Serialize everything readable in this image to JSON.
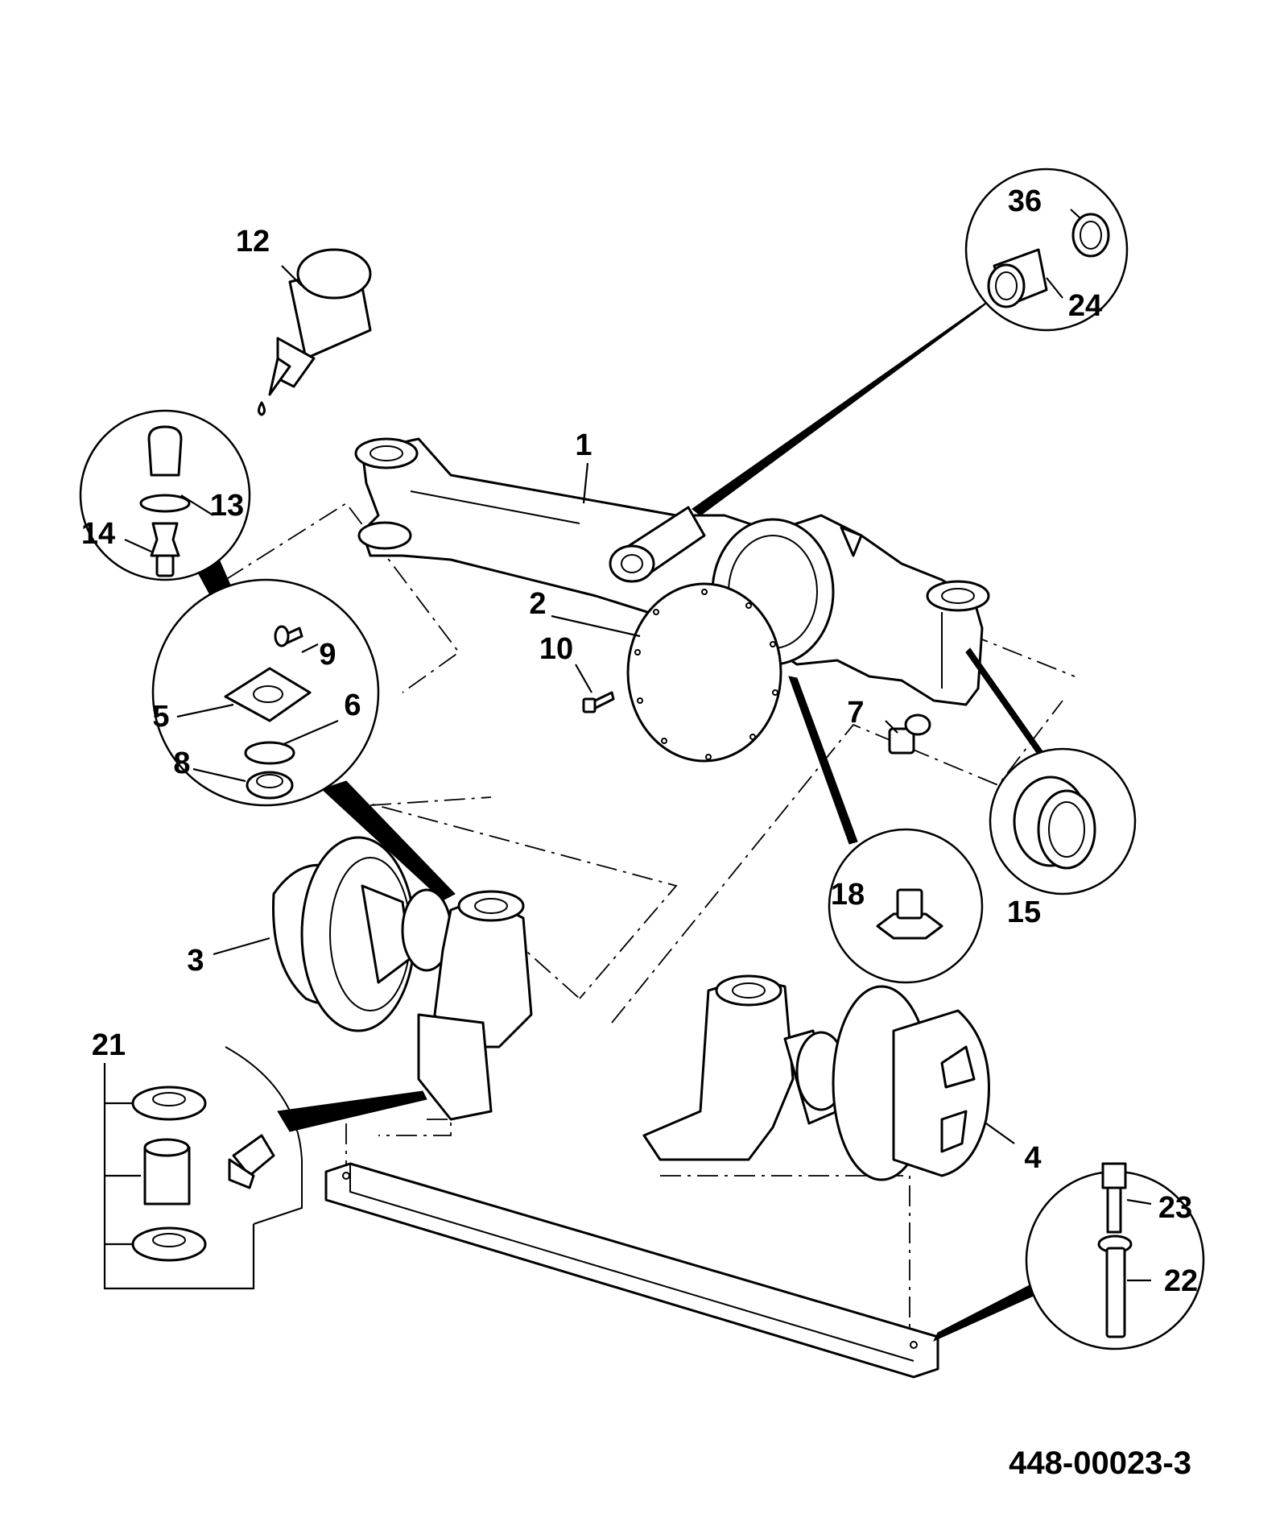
{
  "diagram": {
    "reference_number": "448-00023-3",
    "callouts": [
      {
        "id": "c1",
        "label": "1"
      },
      {
        "id": "c2",
        "label": "2"
      },
      {
        "id": "c3",
        "label": "3"
      },
      {
        "id": "c4",
        "label": "4"
      },
      {
        "id": "c5",
        "label": "5"
      },
      {
        "id": "c6",
        "label": "6"
      },
      {
        "id": "c7",
        "label": "7"
      },
      {
        "id": "c8",
        "label": "8"
      },
      {
        "id": "c9",
        "label": "9"
      },
      {
        "id": "c10",
        "label": "10"
      },
      {
        "id": "c12",
        "label": "12"
      },
      {
        "id": "c13",
        "label": "13"
      },
      {
        "id": "c14",
        "label": "14"
      },
      {
        "id": "c15",
        "label": "15"
      },
      {
        "id": "c18",
        "label": "18"
      },
      {
        "id": "c21",
        "label": "21"
      },
      {
        "id": "c22",
        "label": "22"
      },
      {
        "id": "c23",
        "label": "23"
      },
      {
        "id": "c24",
        "label": "24"
      },
      {
        "id": "c36",
        "label": "36"
      }
    ]
  }
}
